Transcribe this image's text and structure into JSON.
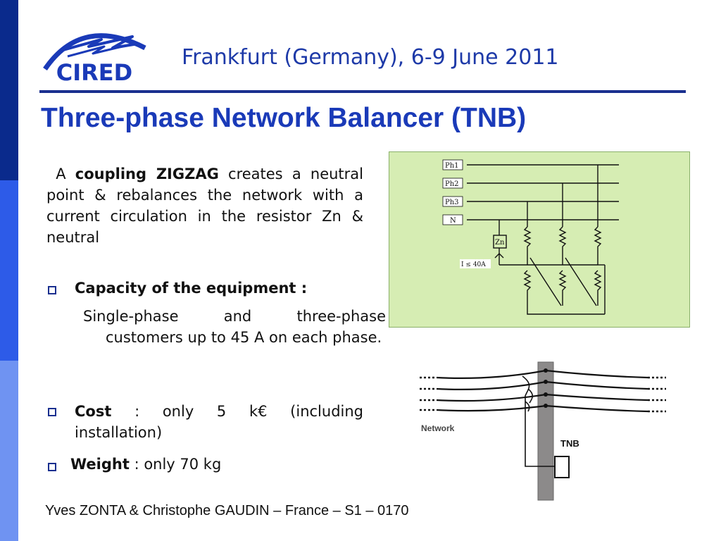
{
  "header": {
    "logo_text": "CIRED",
    "conference": "Frankfurt (Germany), 6-9 June 2011"
  },
  "slide": {
    "title": "Three-phase Network Balancer (TNB)",
    "intro": {
      "pre": "A ",
      "strong": "coupling ZIGZAG",
      "post": " creates a neutral point & rebalances the network with a current circulation in the resistor Zn & neutral"
    },
    "capacity": {
      "heading": "Capacity of the equipment :",
      "body": "Single-phase and three-phase customers up to 45 A on each phase."
    },
    "cost": {
      "label": "Cost",
      "text": " : only 5 k€ (including installation)"
    },
    "weight": {
      "label": "Weight",
      "text": " :  only 70 kg"
    }
  },
  "schematic": {
    "labels": [
      "Ph1",
      "Ph2",
      "Ph3",
      "N"
    ],
    "resistor": "Zn",
    "current": "I ≤ 40A"
  },
  "pole_diagram": {
    "network_label": "Network",
    "device_label": "TNB"
  },
  "footer": {
    "text": "Yves ZONTA & Christophe GAUDIN – France – S1 – 0170"
  },
  "colors": {
    "navy": "#0a2a8c",
    "title_blue": "#1a3ab8",
    "schematic_bg": "#d6edb3"
  }
}
